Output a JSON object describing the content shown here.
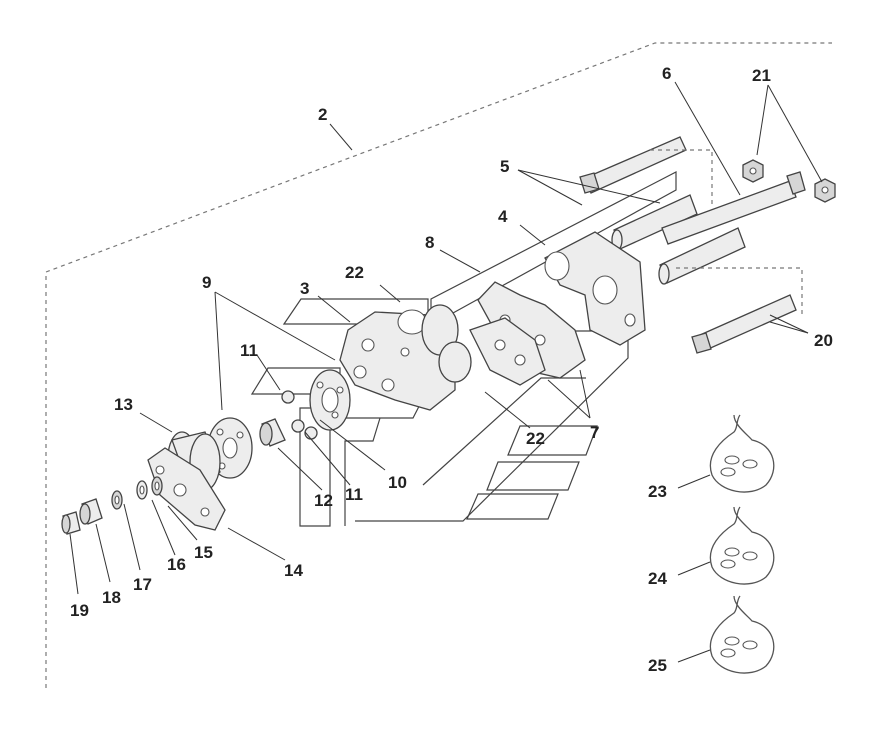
{
  "callouts": {
    "c2": "2",
    "c3": "3",
    "c4": "4",
    "c5": "5",
    "c6": "6",
    "c7": "7",
    "c8": "8",
    "c9": "9",
    "c10": "10",
    "c11a": "11",
    "c11b": "11",
    "c12": "12",
    "c13": "13",
    "c14": "14",
    "c15": "15",
    "c16": "16",
    "c17": "17",
    "c18": "18",
    "c19": "19",
    "c20": "20",
    "c21": "21",
    "c22a": "22",
    "c22b": "22",
    "c23": "23",
    "c24": "24",
    "c25": "25"
  }
}
